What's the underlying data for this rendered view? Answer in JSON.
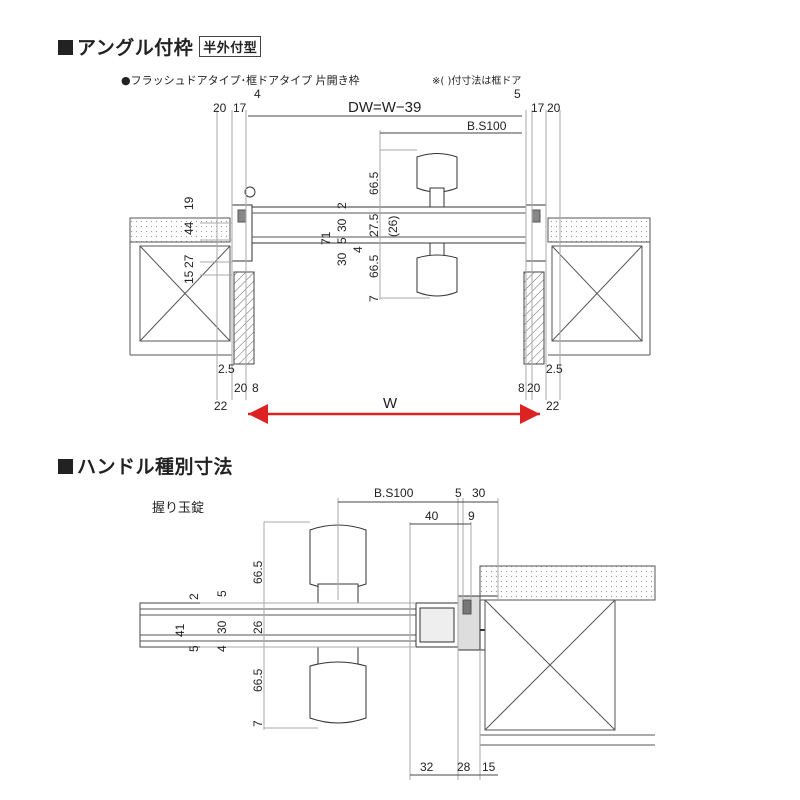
{
  "section1": {
    "square": "■",
    "title": "アングル付枠",
    "badge": "半外付型",
    "subtitle": "●フラッシュドアタイプ･框ドアタイプ 片開き枠",
    "note": "※( )付寸法は框ドア"
  },
  "section2": {
    "square": "■",
    "title": "ハンドル種別寸法",
    "handle_type": "握り玉錠"
  },
  "top_diagram": {
    "dim_20_l": "20",
    "dim_17_l": "17",
    "dim_4": "4",
    "dim_dw": "DW=W−39",
    "dim_5": "5",
    "dim_17_r": "17",
    "dim_20_r": "20",
    "dim_bs": "B.S100",
    "dim_665_top": "66.5",
    "dim_2": "2",
    "dim_30_a": "30",
    "dim_275": "27.5",
    "dim_26p": "(26)",
    "dim_71": "71",
    "dim_5_b": "5",
    "dim_4_b": "4",
    "dim_30_b": "30",
    "dim_665_bot": "66.5",
    "dim_7": "7",
    "dim_19": "19",
    "dim_44": "44",
    "dim_27": "27",
    "dim_15": "15",
    "dim_25_l": "2.5",
    "dim_20_bl": "20",
    "dim_8_l": "8",
    "dim_25_r": "2.5",
    "dim_8_r": "8",
    "dim_20_br": "20",
    "dim_22_l": "22",
    "dim_w": "W",
    "dim_22_r": "22"
  },
  "bottom_diagram": {
    "dim_bs": "B.S100",
    "dim_5": "5",
    "dim_30": "30",
    "dim_40": "40",
    "dim_9": "9",
    "dim_665_top": "66.5",
    "dim_2": "2",
    "dim_5_b": "5",
    "dim_41": "41",
    "dim_30_b": "30",
    "dim_26": "26",
    "dim_4": "4",
    "dim_5_c": "5",
    "dim_665_bot": "66.5",
    "dim_7": "7",
    "dim_32": "32",
    "dim_28": "28",
    "dim_15": "15"
  }
}
